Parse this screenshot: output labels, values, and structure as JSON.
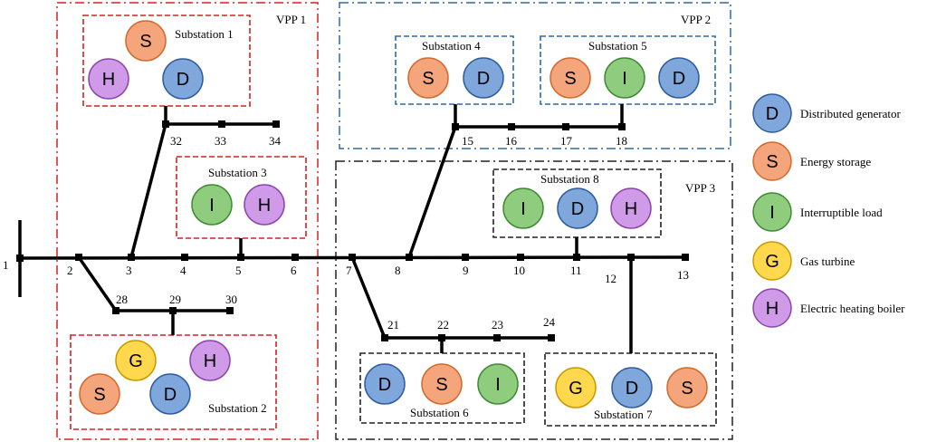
{
  "colors": {
    "S": "#f4a57b",
    "D": "#7fa7db",
    "I": "#8fcc7e",
    "G": "#ffd84d",
    "H": "#cf9be8",
    "S_stroke": "#d4692c",
    "D_stroke": "#2e5c9e",
    "I_stroke": "#3f8a35",
    "G_stroke": "#c99a00",
    "H_stroke": "#8e44ad",
    "vpp1": "#d62020",
    "vpp2": "#2e6aa6",
    "vpp3": "#222222",
    "line": "#000000"
  },
  "vpps": [
    {
      "id": "vpp1",
      "label": "VPP 1"
    },
    {
      "id": "vpp2",
      "label": "VPP 2"
    },
    {
      "id": "vpp3",
      "label": "VPP 3"
    }
  ],
  "substations": [
    {
      "id": "sub1",
      "label": "Substation 1",
      "units": [
        "S",
        "H",
        "D"
      ]
    },
    {
      "id": "sub2",
      "label": "Substation 2",
      "units": [
        "G",
        "H",
        "S",
        "D"
      ]
    },
    {
      "id": "sub3",
      "label": "Substation 3",
      "units": [
        "I",
        "H"
      ]
    },
    {
      "id": "sub4",
      "label": "Substation 4",
      "units": [
        "S",
        "D"
      ]
    },
    {
      "id": "sub5",
      "label": "Substation 5",
      "units": [
        "S",
        "I",
        "D"
      ]
    },
    {
      "id": "sub6",
      "label": "Substation 6",
      "units": [
        "D",
        "S",
        "I"
      ]
    },
    {
      "id": "sub7",
      "label": "Substation 7",
      "units": [
        "G",
        "D",
        "S"
      ]
    },
    {
      "id": "sub8",
      "label": "Substation 8",
      "units": [
        "I",
        "D",
        "H"
      ]
    }
  ],
  "buses": [
    "1",
    "2",
    "3",
    "4",
    "5",
    "6",
    "7",
    "8",
    "9",
    "10",
    "11",
    "12",
    "13",
    "15",
    "16",
    "17",
    "18",
    "21",
    "22",
    "23",
    "24",
    "28",
    "29",
    "30",
    "32",
    "33",
    "34"
  ],
  "legend": [
    {
      "key": "D",
      "label": "Distributed generator"
    },
    {
      "key": "S",
      "label": "Energy storage"
    },
    {
      "key": "I",
      "label": "Interruptible load"
    },
    {
      "key": "G",
      "label": "Gas turbine"
    },
    {
      "key": "H",
      "label": "Electric heating boiler"
    }
  ]
}
